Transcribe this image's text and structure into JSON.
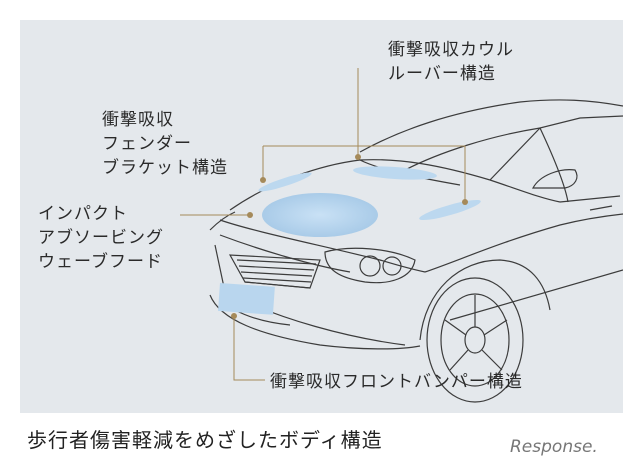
{
  "labels": {
    "cowl": [
      "衝撃吸収カウル",
      "ルーバー構造"
    ],
    "fender": [
      "衝撃吸収",
      "フェンダー",
      "ブラケット構造"
    ],
    "hood": [
      "インパクト",
      "アブソービング",
      "ウェーブフード"
    ],
    "bumper": [
      "衝撃吸収フロントバンパー構造"
    ]
  },
  "caption": "歩行者傷害軽減をめざしたボディ構造",
  "logo": "Response.",
  "colors": {
    "panel_bg": "#e4e8ec",
    "leader": "#a58a5a",
    "highlight": "#b9d6ee",
    "car_line": "#3c3c3c"
  }
}
